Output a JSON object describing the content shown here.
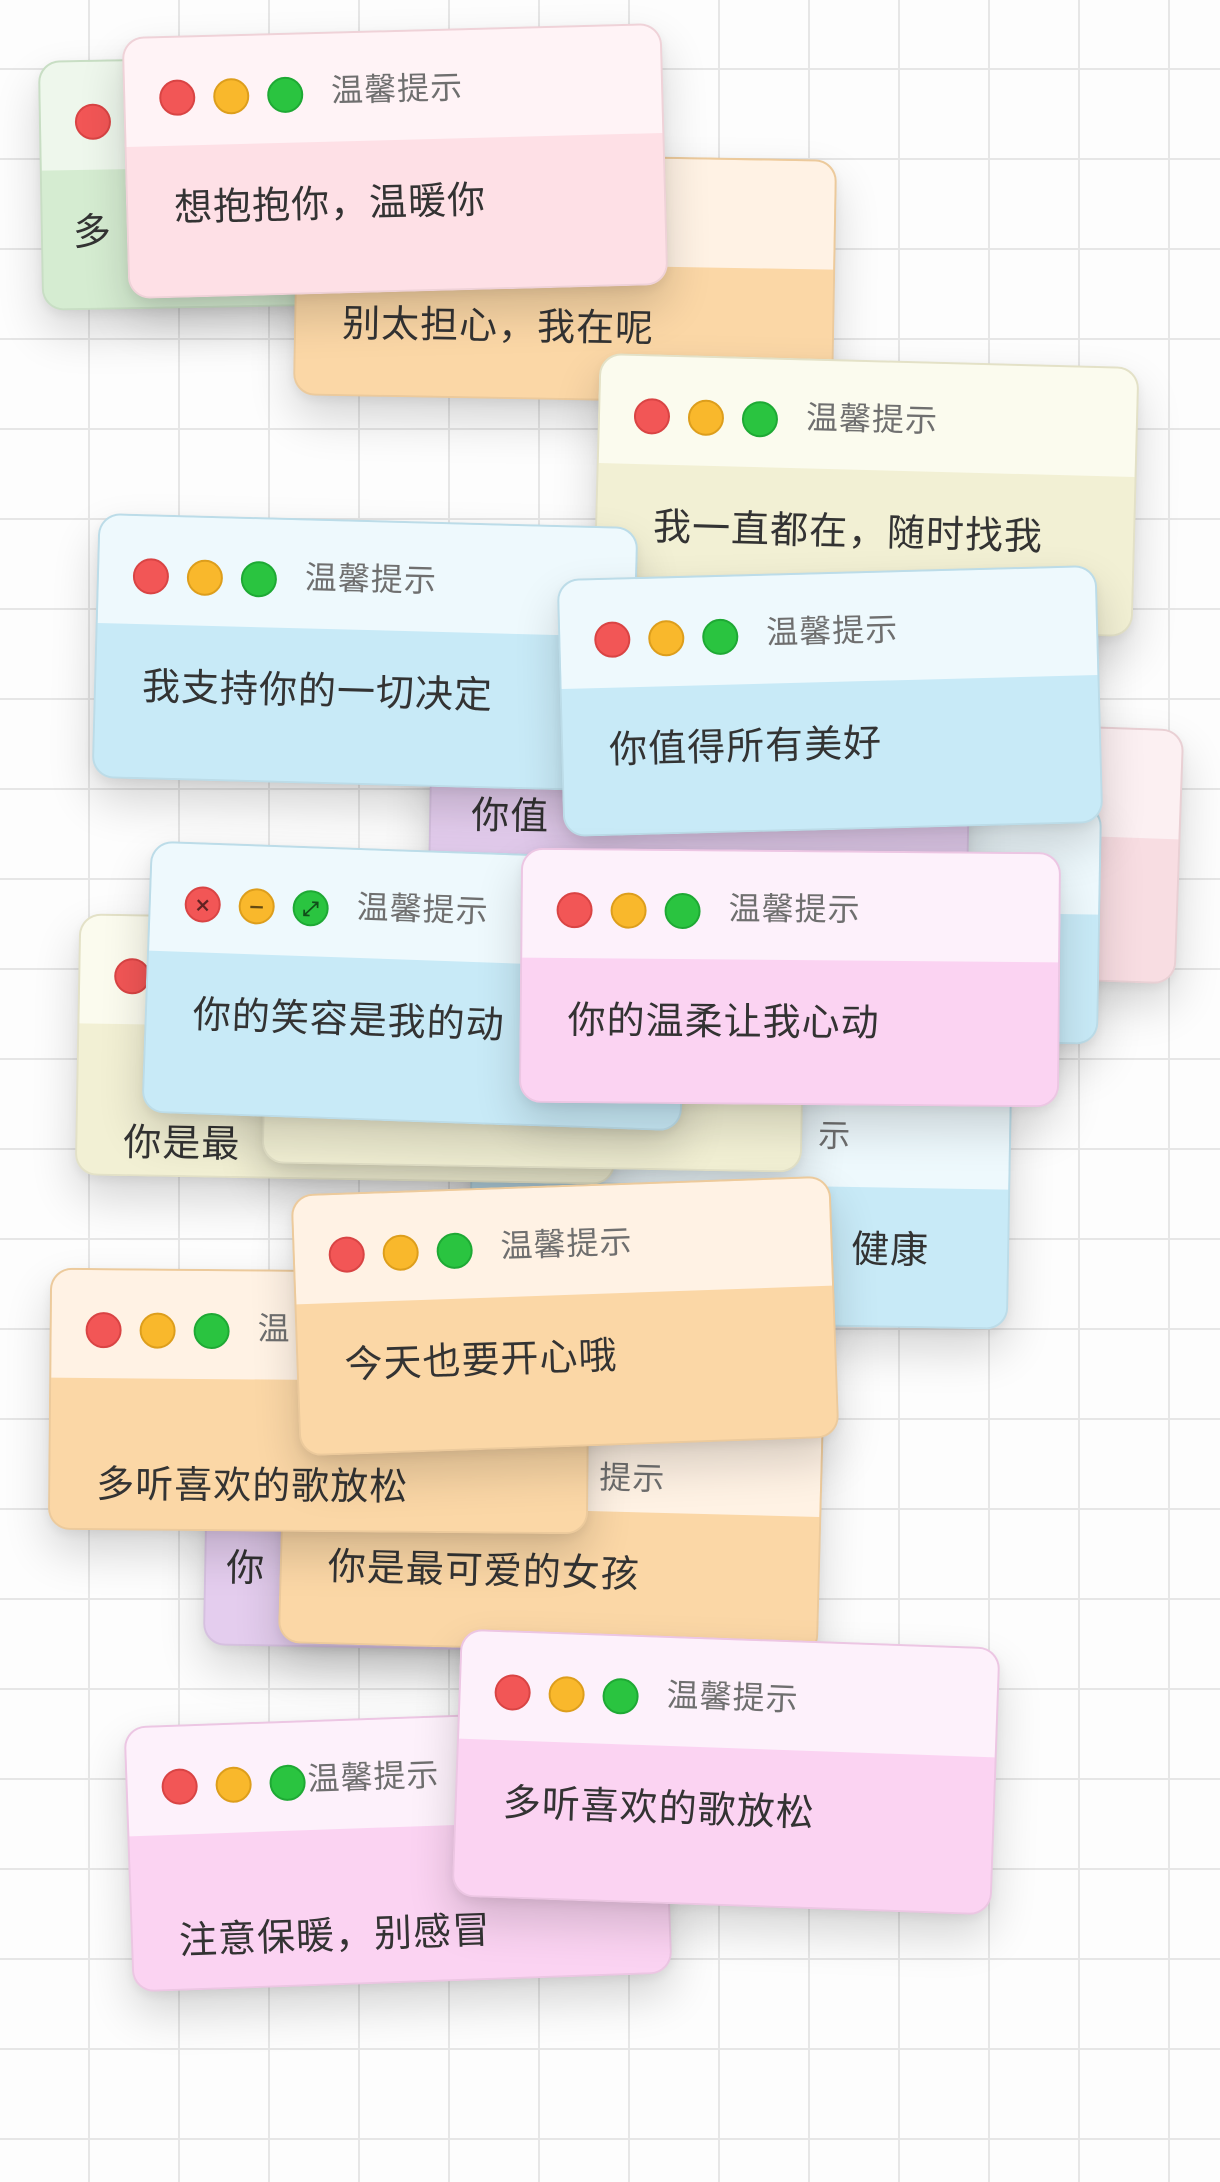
{
  "themes": {
    "pink": {
      "title_bg": "#fff3f6",
      "body_bg": "#fee0e6"
    },
    "orange": {
      "title_bg": "#fff2e4",
      "body_bg": "#fbd7a6"
    },
    "yellow": {
      "title_bg": "#fbfbee",
      "body_bg": "#f2f0d4"
    },
    "blue": {
      "title_bg": "#eef9fd",
      "body_bg": "#c8eaf7"
    },
    "magenta": {
      "title_bg": "#fdf1fb",
      "body_bg": "#fbd3f2"
    },
    "green": {
      "title_bg": "#eef7ec",
      "body_bg": "#d5ecd1"
    },
    "purple": {
      "title_bg": "#f6eefb",
      "body_bg": "#e4cdee"
    },
    "rose": {
      "title_bg": "#fcf0f2",
      "body_bg": "#f8dde2"
    }
  },
  "windows": [
    {
      "title": "",
      "message": "多",
      "theme": "green"
    },
    {
      "title": "",
      "message": "别太担心，我在呢",
      "theme": "orange"
    },
    {
      "title": "温馨提示",
      "message": "想抱抱你，温暖你",
      "theme": "pink"
    },
    {
      "title": "温馨提示",
      "message": "我一直都在，随时找我",
      "theme": "yellow"
    },
    {
      "title": "",
      "message": "",
      "theme": "rose"
    },
    {
      "title": "",
      "message": "",
      "theme": "blue"
    },
    {
      "title": "",
      "message": "你值",
      "theme": "purple"
    },
    {
      "title": "温馨提示",
      "message": "我支持你的一切决定",
      "theme": "blue"
    },
    {
      "title": "温馨提示",
      "message": "你值得所有美好",
      "theme": "blue"
    },
    {
      "title": "示",
      "message": "健康",
      "theme": "blue"
    },
    {
      "title": "",
      "message": "你是最",
      "theme": "yellow"
    },
    {
      "title": "",
      "message": "",
      "theme": "yellow"
    },
    {
      "title": "温馨提示",
      "message": "你的笑容是我的动",
      "theme": "blue",
      "hover": true
    },
    {
      "title": "温馨提示",
      "message": "你的温柔让我心动",
      "theme": "magenta"
    },
    {
      "title": "",
      "message": "你",
      "theme": "purple"
    },
    {
      "title": "提示",
      "message": "你是最可爱的女孩",
      "theme": "orange"
    },
    {
      "title": "温",
      "message": "多听喜欢的歌放松",
      "theme": "orange"
    },
    {
      "title": "温馨提示",
      "message": "今天也要开心哦",
      "theme": "orange"
    },
    {
      "title": "温馨提示",
      "message": "注意保暖，别感冒",
      "theme": "magenta"
    },
    {
      "title": "温馨提示",
      "message": "多听喜欢的歌放松",
      "theme": "magenta"
    }
  ],
  "hover_controls": {
    "close": "×",
    "minimize": "−",
    "zoom": "⤢"
  }
}
